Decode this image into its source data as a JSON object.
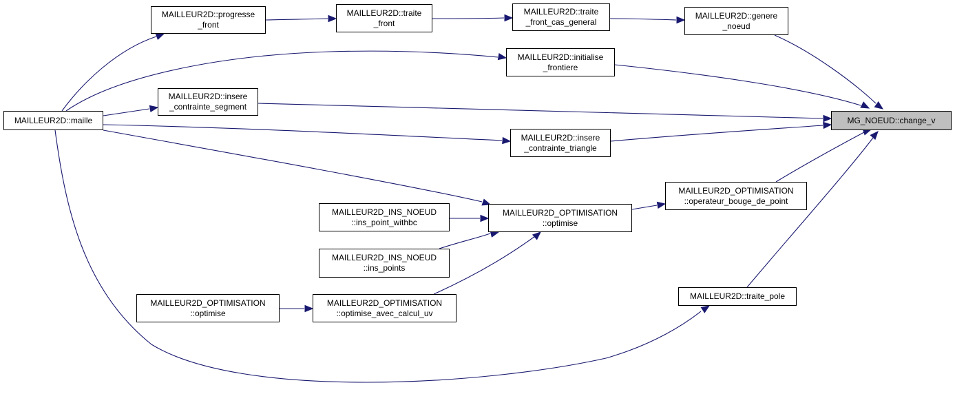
{
  "graph": {
    "title": "MG_NOEUD::change_v caller graph",
    "colors": {
      "edge": "#191970",
      "focus_fill": "#bfbfbf",
      "node_border": "#000000",
      "node_fill": "#ffffff"
    },
    "nodes": [
      {
        "id": "change_v",
        "lines": [
          "MG_NOEUD::change_v"
        ],
        "focus": true
      },
      {
        "id": "maille",
        "lines": [
          "MAILLEUR2D::maille"
        ]
      },
      {
        "id": "progresse_front",
        "lines": [
          "MAILLEUR2D::progresse",
          "_front"
        ]
      },
      {
        "id": "traite_front",
        "lines": [
          "MAILLEUR2D::traite",
          "_front"
        ]
      },
      {
        "id": "traite_front_cas_general",
        "lines": [
          "MAILLEUR2D::traite",
          "_front_cas_general"
        ]
      },
      {
        "id": "genere_noeud",
        "lines": [
          "MAILLEUR2D::genere",
          "_noeud"
        ]
      },
      {
        "id": "initialise_frontiere",
        "lines": [
          "MAILLEUR2D::initialise",
          "_frontiere"
        ]
      },
      {
        "id": "insere_contrainte_segment",
        "lines": [
          "MAILLEUR2D::insere",
          "_contrainte_segment"
        ]
      },
      {
        "id": "insere_contrainte_triangle",
        "lines": [
          "MAILLEUR2D::insere",
          "_contrainte_triangle"
        ]
      },
      {
        "id": "operateur_bouge_de_point",
        "lines": [
          "MAILLEUR2D_OPTIMISATION",
          "::operateur_bouge_de_point"
        ]
      },
      {
        "id": "optimise",
        "lines": [
          "MAILLEUR2D_OPTIMISATION",
          "::optimise"
        ]
      },
      {
        "id": "ins_point_withbc",
        "lines": [
          "MAILLEUR2D_INS_NOEUD",
          "::ins_point_withbc"
        ]
      },
      {
        "id": "ins_points",
        "lines": [
          "MAILLEUR2D_INS_NOEUD",
          "::ins_points"
        ]
      },
      {
        "id": "optimise_2",
        "lines": [
          "MAILLEUR2D_OPTIMISATION",
          "::optimise"
        ]
      },
      {
        "id": "optimise_avec_calcul_uv",
        "lines": [
          "MAILLEUR2D_OPTIMISATION",
          "::optimise_avec_calcul_uv"
        ]
      },
      {
        "id": "traite_pole",
        "lines": [
          "MAILLEUR2D::traite_pole"
        ]
      }
    ],
    "edges": [
      {
        "from": "maille",
        "to": "progresse_front"
      },
      {
        "from": "progresse_front",
        "to": "traite_front"
      },
      {
        "from": "traite_front",
        "to": "traite_front_cas_general"
      },
      {
        "from": "traite_front_cas_general",
        "to": "genere_noeud"
      },
      {
        "from": "genere_noeud",
        "to": "change_v"
      },
      {
        "from": "maille",
        "to": "initialise_frontiere"
      },
      {
        "from": "initialise_frontiere",
        "to": "change_v"
      },
      {
        "from": "maille",
        "to": "insere_contrainte_segment"
      },
      {
        "from": "insere_contrainte_segment",
        "to": "change_v"
      },
      {
        "from": "maille",
        "to": "insere_contrainte_triangle"
      },
      {
        "from": "insere_contrainte_triangle",
        "to": "change_v"
      },
      {
        "from": "maille",
        "to": "optimise"
      },
      {
        "from": "ins_point_withbc",
        "to": "optimise"
      },
      {
        "from": "ins_points",
        "to": "optimise"
      },
      {
        "from": "optimise_avec_calcul_uv",
        "to": "optimise"
      },
      {
        "from": "optimise_2",
        "to": "optimise_avec_calcul_uv"
      },
      {
        "from": "optimise",
        "to": "operateur_bouge_de_point"
      },
      {
        "from": "operateur_bouge_de_point",
        "to": "change_v"
      },
      {
        "from": "maille",
        "to": "traite_pole"
      },
      {
        "from": "traite_pole",
        "to": "change_v"
      }
    ]
  }
}
